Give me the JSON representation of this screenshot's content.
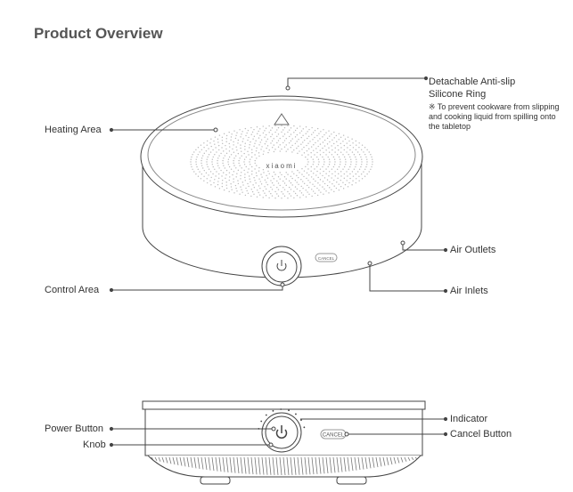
{
  "title": "Product Overview",
  "top_view": {
    "labels": {
      "ring": "Detachable Anti-slip Silicone Ring",
      "ring_line1": "Detachable Anti-slip",
      "ring_line2": "Silicone Ring",
      "ring_note": "※ To prevent cookware from slipping and cooking liquid from spilling onto the tabletop",
      "heating_area": "Heating Area",
      "control_area": "Control Area",
      "air_outlets": "Air Outlets",
      "air_inlets": "Air Inlets"
    },
    "device_logo": "xiaomi",
    "cancel_text": "CANCEL"
  },
  "front_view": {
    "labels": {
      "power_button": "Power Button",
      "knob": "Knob",
      "indicator": "Indicator",
      "cancel_button": "Cancel Button"
    },
    "cancel_text": "CANCEL"
  }
}
